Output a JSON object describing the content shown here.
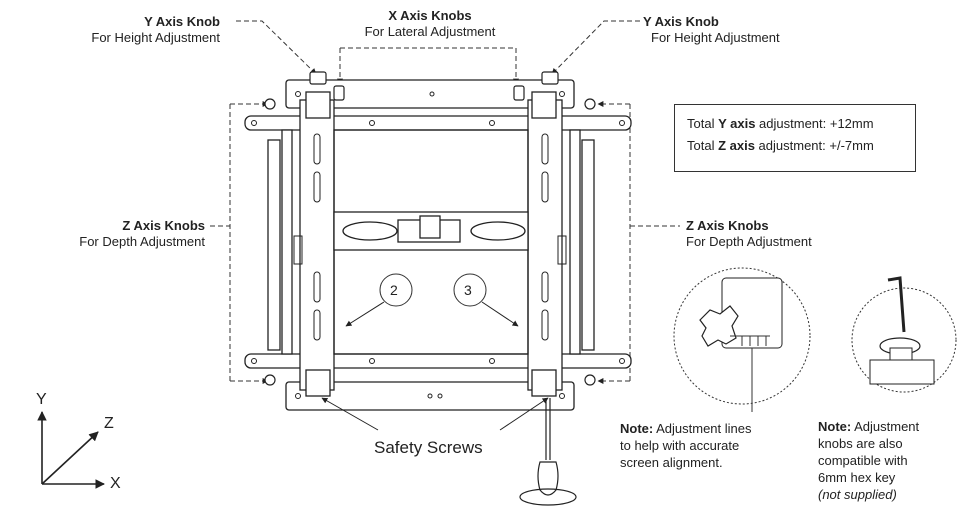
{
  "labels": {
    "y_knob_left": {
      "title": "Y Axis Knob",
      "sub": "For Height Adjustment"
    },
    "x_knobs": {
      "title": "X Axis Knobs",
      "sub": "For Lateral Adjustment"
    },
    "y_knob_right": {
      "title": "Y Axis Knob",
      "sub": "For Height Adjustment"
    },
    "z_knobs_left": {
      "title": "Z Axis Knobs",
      "sub": "For Depth Adjustment"
    },
    "z_knobs_right": {
      "title": "Z Axis Knobs",
      "sub": "For Depth Adjustment"
    },
    "safety_screws": "Safety Screws",
    "callout_2": "2",
    "callout_3": "3"
  },
  "info_box": {
    "line1_pre": "Total ",
    "line1_bold": "Y axis",
    "line1_post": " adjustment: +12mm",
    "line2_pre": "Total ",
    "line2_bold": "Z axis",
    "line2_post": " adjustment: +/-7mm"
  },
  "axes": {
    "y": "Y",
    "z": "Z",
    "x": "X"
  },
  "note_lines": {
    "bold": "Note:",
    "l1": " Adjustment lines",
    "l2": "to help with accurate",
    "l3": "screen alignment."
  },
  "note_hex": {
    "bold": "Note:",
    "l1": " Adjustment",
    "l2": "knobs are also",
    "l3": "compatible with",
    "l4": "6mm hex key",
    "l5": "(not supplied)"
  },
  "colors": {
    "line": "#222222",
    "dash": "#333333",
    "fill": "#ffffff"
  }
}
